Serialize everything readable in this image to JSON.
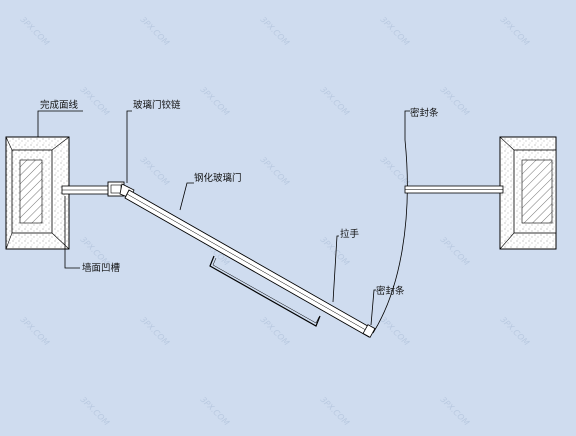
{
  "labels": {
    "finish_line": "完成面线",
    "glass_hinge": "玻璃门铰链",
    "tempered_glass_door": "钢化玻璃门",
    "wall_groove": "墙面凹槽",
    "handle": "拉手",
    "seal_strip_top": "密封条",
    "seal_strip_door": "密封条"
  },
  "watermark": "3PX.COM",
  "colors": {
    "background": "#cfdcef",
    "wall_fill": "#ffffff",
    "line": "#000000"
  }
}
